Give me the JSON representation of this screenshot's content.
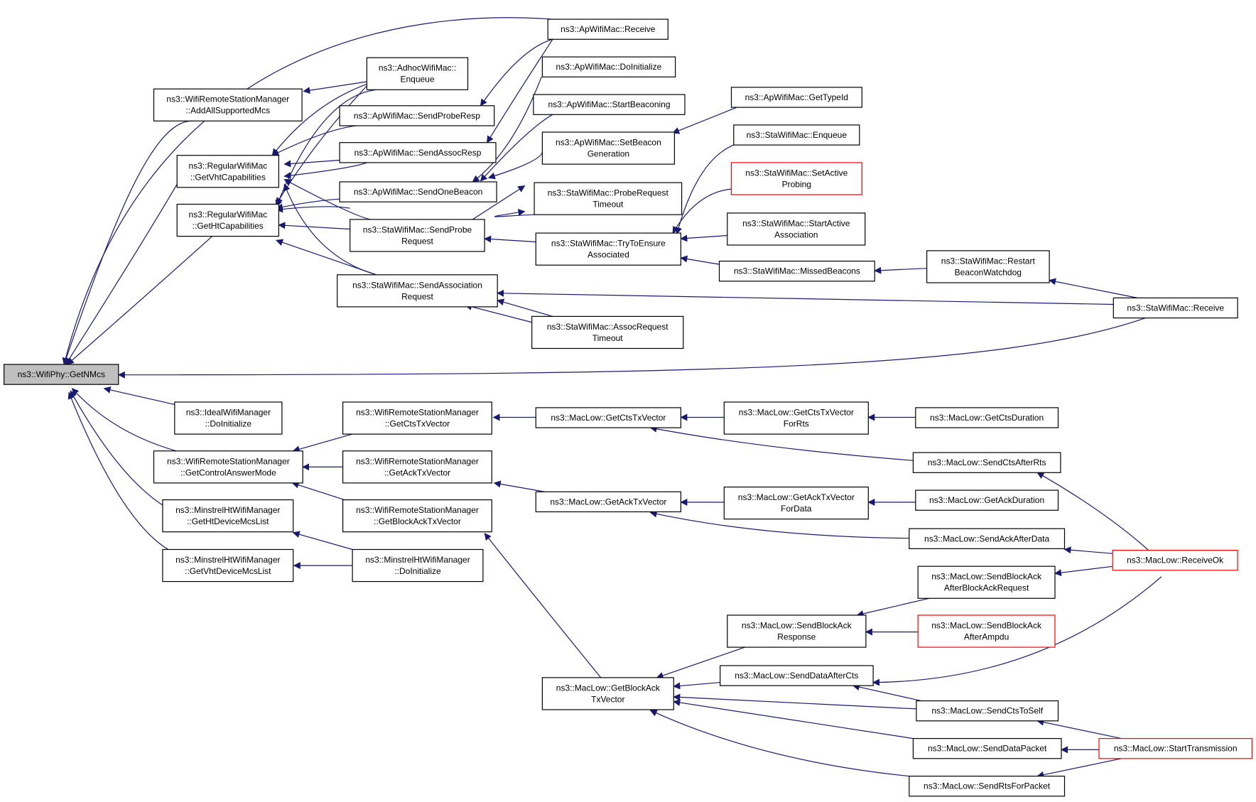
{
  "diagram": {
    "colors": {
      "edge": "#191970",
      "root_fill": "#bfbfbf",
      "node_border": "#000000",
      "truncated_border": "#ff0000"
    },
    "nodes": [
      {
        "id": "n0",
        "lines": [
          "ns3::WifiPhy::GetNMcs"
        ],
        "root": true
      },
      {
        "id": "n1",
        "lines": [
          "ns3::WifiRemoteStationManager",
          "::AddAllSupportedMcs"
        ]
      },
      {
        "id": "n2",
        "lines": [
          "ns3::RegularWifiMac",
          "::GetVhtCapabilities"
        ]
      },
      {
        "id": "n3",
        "lines": [
          "ns3::RegularWifiMac",
          "::GetHtCapabilities"
        ]
      },
      {
        "id": "n4",
        "lines": [
          "ns3::AdhocWifiMac::",
          "Enqueue"
        ]
      },
      {
        "id": "n5",
        "lines": [
          "ns3::ApWifiMac::SendProbeResp"
        ]
      },
      {
        "id": "n6",
        "lines": [
          "ns3::ApWifiMac::SendAssocResp"
        ]
      },
      {
        "id": "n7",
        "lines": [
          "ns3::ApWifiMac::SendOneBeacon"
        ]
      },
      {
        "id": "n8",
        "lines": [
          "ns3::StaWifiMac::SendProbe",
          "Request"
        ]
      },
      {
        "id": "n9",
        "lines": [
          "ns3::StaWifiMac::SendAssociation",
          "Request"
        ]
      },
      {
        "id": "n10",
        "lines": [
          "ns3::ApWifiMac::Receive"
        ]
      },
      {
        "id": "n11",
        "lines": [
          "ns3::ApWifiMac::DoInitialize"
        ]
      },
      {
        "id": "n12",
        "lines": [
          "ns3::ApWifiMac::StartBeaconing"
        ]
      },
      {
        "id": "n13",
        "lines": [
          "ns3::ApWifiMac::SetBeacon",
          "Generation"
        ]
      },
      {
        "id": "n14",
        "lines": [
          "ns3::StaWifiMac::ProbeRequest",
          "Timeout"
        ]
      },
      {
        "id": "n15",
        "lines": [
          "ns3::StaWifiMac::TryToEnsure",
          "Associated"
        ]
      },
      {
        "id": "n16",
        "lines": [
          "ns3::StaWifiMac::AssocRequest",
          "Timeout"
        ]
      },
      {
        "id": "n17",
        "lines": [
          "ns3::ApWifiMac::GetTypeId"
        ]
      },
      {
        "id": "n18",
        "lines": [
          "ns3::StaWifiMac::Enqueue"
        ]
      },
      {
        "id": "n19",
        "lines": [
          "ns3::StaWifiMac::SetActive",
          "Probing"
        ],
        "red": true
      },
      {
        "id": "n20",
        "lines": [
          "ns3::StaWifiMac::StartActive",
          "Association"
        ]
      },
      {
        "id": "n21",
        "lines": [
          "ns3::StaWifiMac::MissedBeacons"
        ]
      },
      {
        "id": "n22",
        "lines": [
          "ns3::StaWifiMac::Restart",
          "BeaconWatchdog"
        ]
      },
      {
        "id": "n23",
        "lines": [
          "ns3::StaWifiMac::Receive"
        ]
      },
      {
        "id": "n24",
        "lines": [
          "ns3::IdealWifiManager",
          "::DoInitialize"
        ]
      },
      {
        "id": "n25",
        "lines": [
          "ns3::WifiRemoteStationManager",
          "::GetControlAnswerMode"
        ]
      },
      {
        "id": "n26",
        "lines": [
          "ns3::MinstrelHtWifiManager",
          "::GetHtDeviceMcsList"
        ]
      },
      {
        "id": "n27",
        "lines": [
          "ns3::MinstrelHtWifiManager",
          "::GetVhtDeviceMcsList"
        ]
      },
      {
        "id": "n28",
        "lines": [
          "ns3::WifiRemoteStationManager",
          "::GetCtsTxVector"
        ]
      },
      {
        "id": "n29",
        "lines": [
          "ns3::WifiRemoteStationManager",
          "::GetAckTxVector"
        ]
      },
      {
        "id": "n30",
        "lines": [
          "ns3::WifiRemoteStationManager",
          "::GetBlockAckTxVector"
        ]
      },
      {
        "id": "n31",
        "lines": [
          "ns3::MinstrelHtWifiManager",
          "::DoInitialize"
        ]
      },
      {
        "id": "n32",
        "lines": [
          "ns3::MacLow::GetCtsTxVector"
        ]
      },
      {
        "id": "n33",
        "lines": [
          "ns3::MacLow::GetAckTxVector"
        ]
      },
      {
        "id": "n34",
        "lines": [
          "ns3::MacLow::GetBlockAck",
          "TxVector"
        ]
      },
      {
        "id": "n35",
        "lines": [
          "ns3::MacLow::GetCtsTxVector",
          "ForRts"
        ]
      },
      {
        "id": "n36",
        "lines": [
          "ns3::MacLow::GetAckTxVector",
          "ForData"
        ]
      },
      {
        "id": "n37",
        "lines": [
          "ns3::MacLow::SendBlockAck",
          "Response"
        ]
      },
      {
        "id": "n38",
        "lines": [
          "ns3::MacLow::SendDataAfterCts"
        ]
      },
      {
        "id": "n39",
        "lines": [
          "ns3::MacLow::GetCtsDuration"
        ]
      },
      {
        "id": "n40",
        "lines": [
          "ns3::MacLow::SendCtsAfterRts"
        ]
      },
      {
        "id": "n41",
        "lines": [
          "ns3::MacLow::GetAckDuration"
        ]
      },
      {
        "id": "n42",
        "lines": [
          "ns3::MacLow::SendAckAfterData"
        ]
      },
      {
        "id": "n43",
        "lines": [
          "ns3::MacLow::SendBlockAck",
          "AfterBlockAckRequest"
        ]
      },
      {
        "id": "n44",
        "lines": [
          "ns3::MacLow::SendBlockAck",
          "AfterAmpdu"
        ],
        "red": true
      },
      {
        "id": "n45",
        "lines": [
          "ns3::MacLow::SendCtsToSelf"
        ]
      },
      {
        "id": "n46",
        "lines": [
          "ns3::MacLow::SendDataPacket"
        ]
      },
      {
        "id": "n47",
        "lines": [
          "ns3::MacLow::SendRtsForPacket"
        ]
      },
      {
        "id": "n48",
        "lines": [
          "ns3::MacLow::ReceiveOk"
        ],
        "red": true
      },
      {
        "id": "n49",
        "lines": [
          "ns3::MacLow::StartTransmission"
        ],
        "red": true
      }
    ]
  }
}
